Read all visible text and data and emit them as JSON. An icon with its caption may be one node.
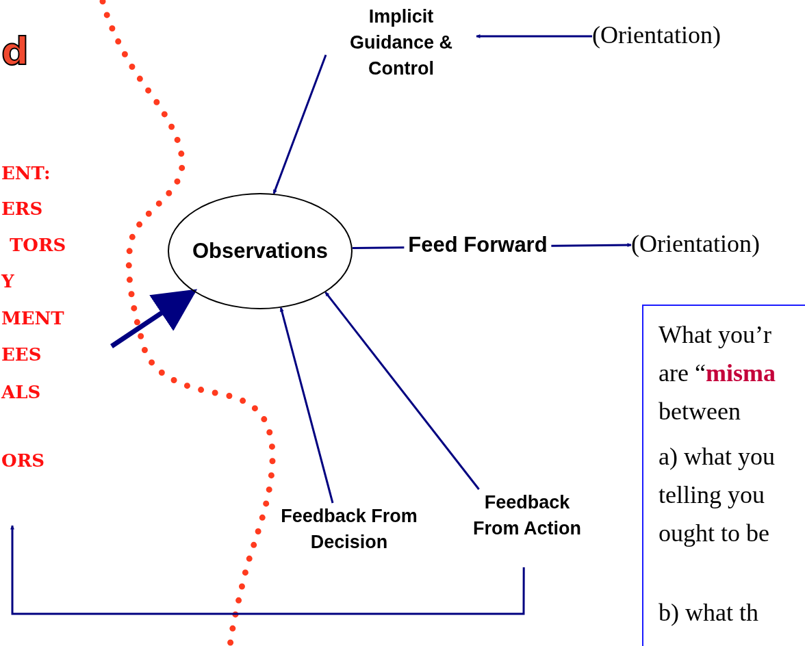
{
  "diagram": {
    "nodes": [
      {
        "text": [
          "Implicit Guidance & Control"
        ]
      },
      {
        "text": [
          "(Orientation)"
        ]
      },
      {
        "text": [
          "Observations"
        ]
      },
      {
        "text": [
          "(Orientation)"
        ]
      },
      {
        "text": [
          "Feedback From Decision"
        ]
      },
      {
        "text": [
          "Feedback From Action"
        ]
      },
      {
        "text": [
          "What you’r are “**misma** between",
          "a) what you telling you ought to be",
          "b) what th"
        ]
      }
    ],
    "edges": [
      {
        "from": 0,
        "to": 2,
        "arrow": "to"
      },
      {
        "from": 1,
        "to": 0,
        "arrow": "to"
      },
      {
        "from": 2,
        "to": 3,
        "arrow": "to",
        "label": "Feed Forward"
      },
      {
        "from": 4,
        "to": 2,
        "arrow": "to"
      },
      {
        "from": 5,
        "to": 2,
        "arrow": "to"
      },
      {
        "from": null,
        "to": 2,
        "arrow": "to",
        "style": "thick"
      },
      {
        "from": 5,
        "to": null,
        "arrow": "to"
      }
    ],
    "labels": [
      "d",
      "ENT:",
      "ERS",
      "TORS",
      "Y",
      "MENT",
      "EES",
      "ALS",
      "ORS"
    ]
  }
}
